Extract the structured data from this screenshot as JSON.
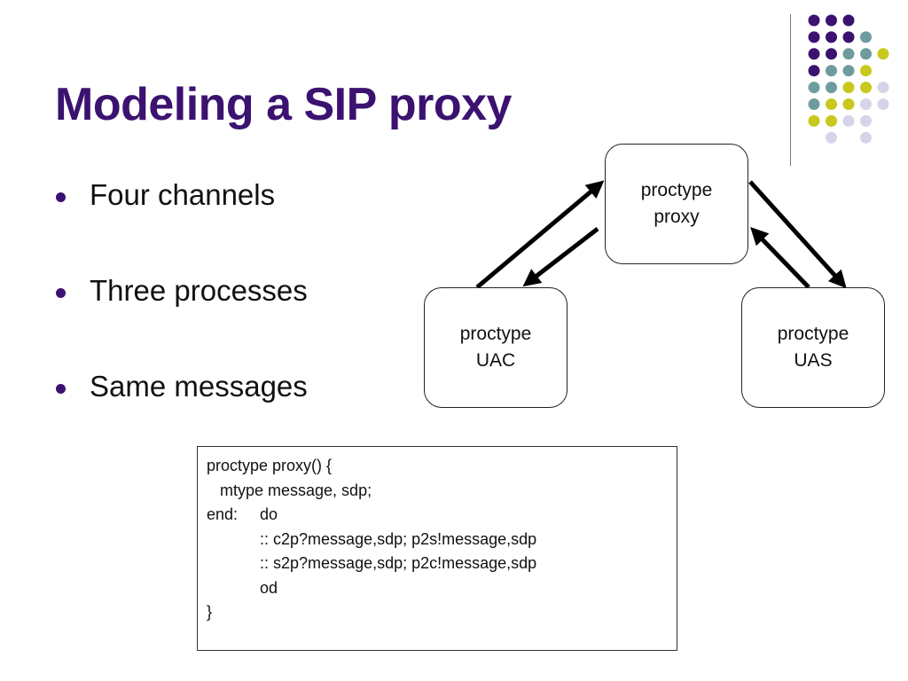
{
  "slide": {
    "title": "Modeling a SIP proxy",
    "bullets": [
      {
        "text": "Four channels"
      },
      {
        "text": "Three processes"
      },
      {
        "text": "Same messages"
      }
    ]
  },
  "diagram": {
    "proxy": {
      "line1": "proctype",
      "line2": "proxy"
    },
    "uac": {
      "line1": "proctype",
      "line2": "UAC"
    },
    "uas": {
      "line1": "proctype",
      "line2": "UAS"
    }
  },
  "code": {
    "lines": [
      "proctype proxy() {",
      "   mtype message, sdp;",
      "end:     do",
      "            :: c2p?message,sdp; p2s!message,sdp",
      "            :: s2p?message,sdp; p2c!message,sdp",
      "            od",
      "}"
    ]
  },
  "theme": {
    "title_color": "#3b1270",
    "dot_purple": "#3b1270",
    "dot_teal": "#6e9c9e",
    "dot_yellow": "#c8c81e",
    "dot_lavender": "#d5d4e8"
  }
}
